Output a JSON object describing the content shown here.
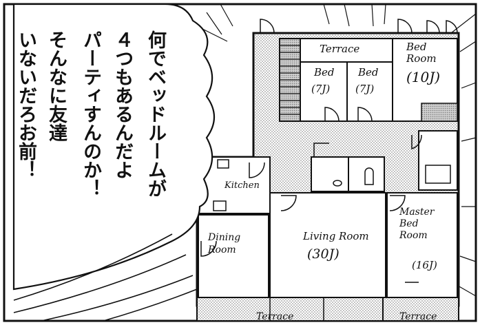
{
  "speech_bubble": {
    "lines": [
      "何でベッドルームが",
      "４つもあるんだよ",
      "パーティすんのか！",
      "そんなに友達",
      "いないだろお前！"
    ]
  },
  "floor_plan": {
    "rooms": {
      "terrace_top": "Terrace",
      "bed_room_corner": "Bed Room",
      "bed_room_corner_size": "(10J)",
      "bed_a": "Bed",
      "bed_a_size": "(7J)",
      "bed_b": "Bed",
      "bed_b_size": "(7J)",
      "kitchen": "Kitchen",
      "dining_room": "Dining Room",
      "living_room": "Living Room",
      "living_room_size": "(30J)",
      "master_bed_room": "Master Bed Room",
      "master_bed_room_size": "(16J)",
      "terrace_bottom_left": "Terrace",
      "terrace_bottom_right": "Terrace"
    }
  },
  "colors": {
    "ink": "#111111",
    "screentone": "#c8c8c8",
    "paper": "#ffffff"
  }
}
